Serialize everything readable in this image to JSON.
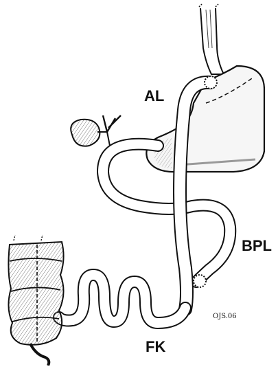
{
  "labels": {
    "alimentary_limb": "AL",
    "biliopancreatic_limb": "BPL",
    "common_channel": "FK",
    "signature": "OJS.06"
  },
  "colors": {
    "ink": "#111111",
    "paper": "#ffffff",
    "shade": "#c9c9c9"
  }
}
